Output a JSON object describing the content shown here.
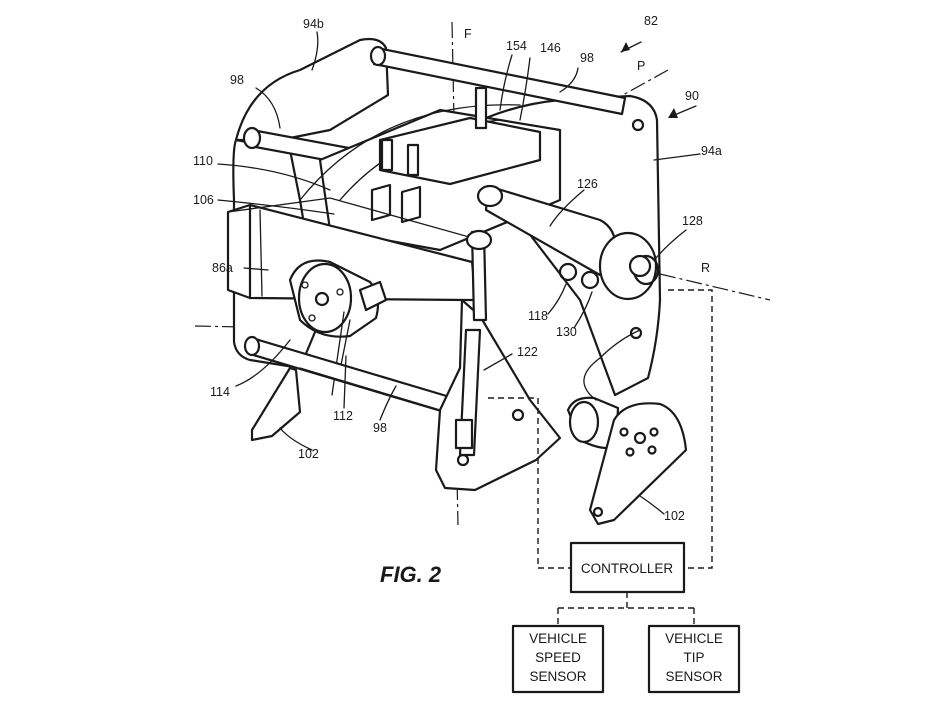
{
  "figure": {
    "caption": "FIG. 2"
  },
  "reference_labels": {
    "r82": "82",
    "r90": "90",
    "r94a": "94a",
    "r94b": "94b",
    "r98a": "98",
    "r98b": "98",
    "r98c": "98",
    "r154": "154",
    "r146": "146",
    "r110": "110",
    "r106": "106",
    "r126": "126",
    "r128": "128",
    "r86a": "86a",
    "r118": "118",
    "r130": "130",
    "r122": "122",
    "r114": "114",
    "r112": "112",
    "r102a": "102",
    "r102b": "102",
    "axisF": "F",
    "axisP": "P",
    "axisR": "R"
  },
  "blocks": {
    "controller": "CONTROLLER",
    "speed_sensor": [
      "VEHICLE",
      "SPEED",
      "SENSOR"
    ],
    "tip_sensor": [
      "VEHICLE",
      "TIP",
      "SENSOR"
    ]
  }
}
